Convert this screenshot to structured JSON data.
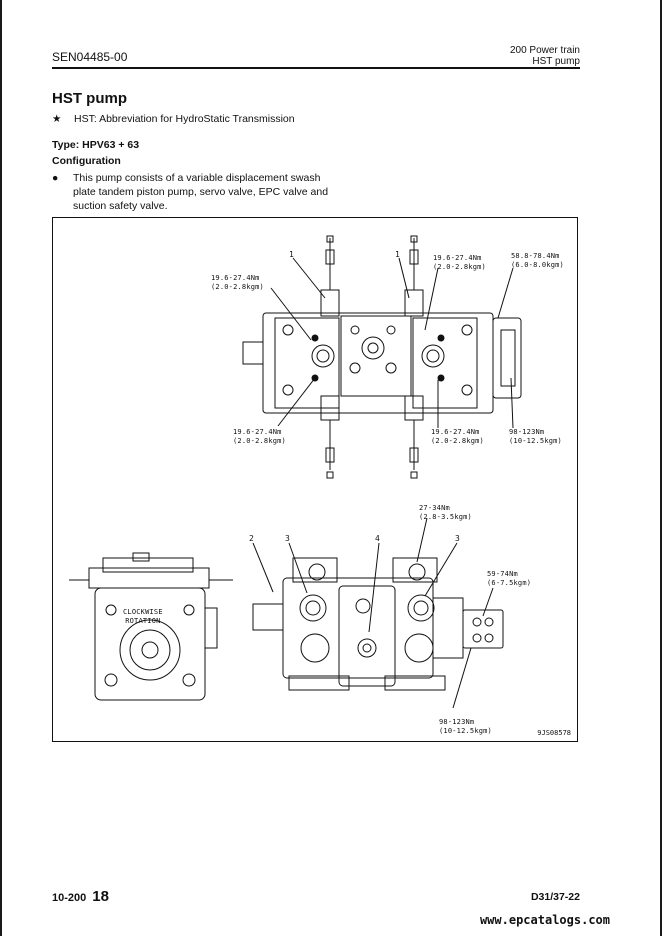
{
  "header": {
    "doc_code": "SEN04485-00",
    "section": "200 Power train",
    "subsection": "HST pump"
  },
  "title": "HST pump",
  "note": {
    "symbol": "★",
    "text": "HST: Abbreviation for HydroStatic Transmission"
  },
  "type_line": "Type: HPV63 + 63",
  "configuration_heading": "Configuration",
  "bullet": {
    "symbol": "●",
    "text": "This pump consists of a variable displacement swash plate tandem piston pump, servo valve, EPC valve and suction safety valve."
  },
  "figure": {
    "code": "9JS08578",
    "rotation_label": "CLOCKWISE\nROTATION",
    "callouts": {
      "c1": "19.6-27.4Nm\n(2.0-2.8kgm)",
      "c2": "19.6-27.4Nm\n(2.0-2.8kgm)",
      "c3": "58.8-78.4Nm\n(6.0-8.0kgm)",
      "c4": "19.6-27.4Nm\n(2.0-2.8kgm)",
      "c5": "19.6-27.4Nm\n(2.0-2.8kgm)",
      "c6": "98-123Nm\n(10-12.5kgm)",
      "c7": "27-34Nm\n(2.8-3.5kgm)",
      "c8": "59-74Nm\n(6-7.5kgm)",
      "c9": "98-123Nm\n(10-12.5kgm)"
    },
    "leaders": {
      "l1a": "1",
      "l1b": "1",
      "l2": "2",
      "l3a": "3",
      "l3b": "3",
      "l4": "4"
    }
  },
  "footer": {
    "section_num": "10-200",
    "page": "18",
    "model": "D31/37-22"
  },
  "watermark": "www.epcatalogs.com"
}
